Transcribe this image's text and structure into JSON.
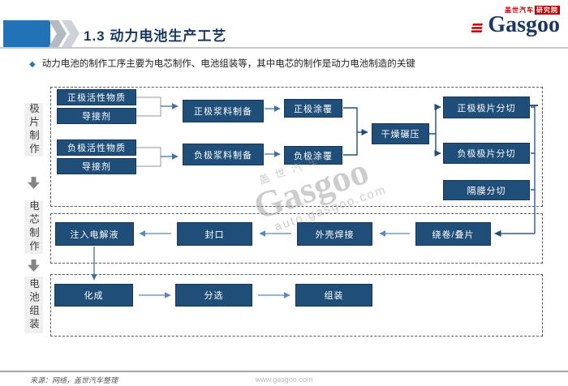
{
  "header": {
    "title": "1.3 动力电池生产工艺",
    "logo": {
      "cn": "盖世汽车",
      "institute": "研究院",
      "en": "Gasgoo"
    }
  },
  "bullet": {
    "icon": "◆",
    "text": "动力电池的制作工序主要为电芯制作、电池组装等，其中电芯的制作是动力电池制造的关键"
  },
  "flow": {
    "sections": [
      {
        "label": "极片制作"
      },
      {
        "label": "电芯制作"
      },
      {
        "label": "电池组装"
      }
    ],
    "boxes": {
      "pos_active": "正极活性物质",
      "pos_binder": "导接剂",
      "neg_active": "负极活性物质",
      "neg_binder": "导接剂",
      "pos_slurry": "正极浆料制备",
      "neg_slurry": "负极浆料制备",
      "pos_coating": "正极涂覆",
      "neg_coating": "负极涂覆",
      "dry_roll": "干燥碾压",
      "pos_slitting": "正极极片分切",
      "neg_slitting": "负极极片分切",
      "sep_slitting": "隔膜分切",
      "inject": "注入电解液",
      "seal": "封口",
      "case_weld": "外壳焊接",
      "winding": "绕卷/叠片",
      "formation": "化成",
      "sorting": "分选",
      "assembly": "组装"
    }
  },
  "watermark": {
    "cn": "盖世汽车",
    "en": "Gasgoo",
    "url": "auto.gasgoo.com"
  },
  "footer": {
    "source": "来源：网络，盖世汽车整理",
    "url": "www.gasgoo.com"
  },
  "colors": {
    "box_fill": "#1F4E79",
    "accent_blue": "#2272B8",
    "title_blue": "#17375E",
    "brand_red": "#C00000",
    "arrow_steel": "#41719C",
    "arrow_light": "#5B87C5"
  }
}
